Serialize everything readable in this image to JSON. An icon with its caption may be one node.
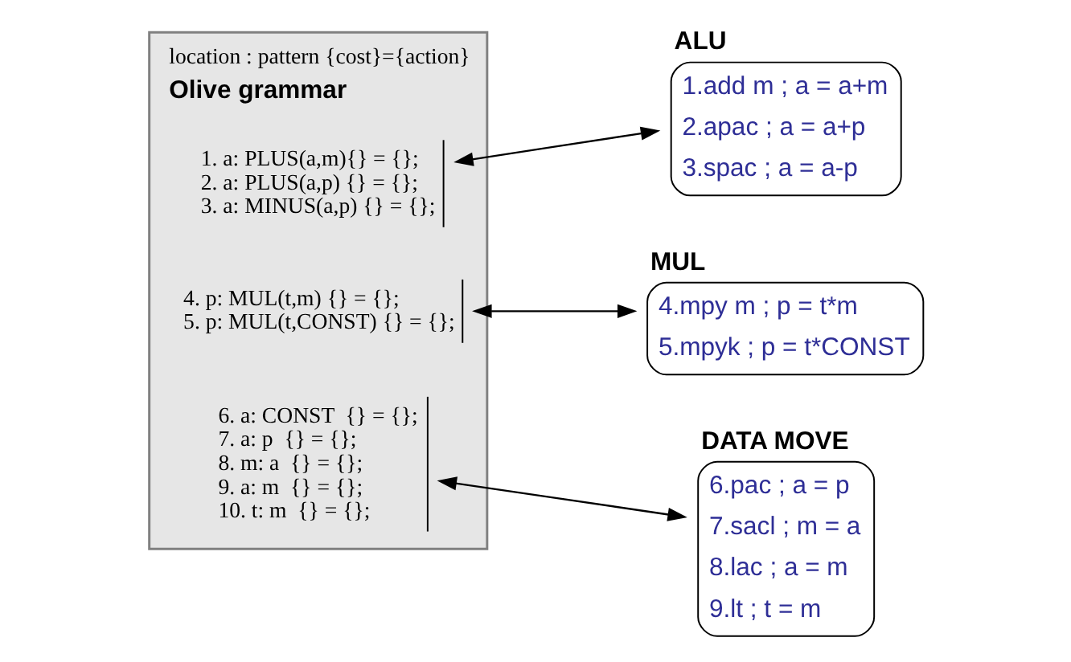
{
  "diagram": {
    "nodes": [
      {
        "text": [
          "location : pattern {cost}={action}",
          "Olive grammar"
        ]
      },
      {
        "text": [
          "1. a: PLUS(a,m){} = {};",
          "2. a: PLUS(a,p) {} = {};",
          "3. a: MINUS(a,p) {} = {};"
        ],
        "in": 0
      },
      {
        "text": [
          "4. p: MUL(t,m) {} = {};",
          "5. p: MUL(t,CONST) {} = {};"
        ],
        "in": 0
      },
      {
        "text": [
          "6. a: CONST  {} = {};",
          "7. a: p  {} = {};",
          "8. m: a  {} = {};",
          "9. a: m  {} = {};",
          "10. t: m  {} = {};"
        ],
        "in": 0
      },
      {
        "text": [
          "ALU",
          "1.add m ; a = a+m",
          "2.apac ; a = a+p",
          "3.spac ; a = a-p"
        ]
      },
      {
        "text": [
          "MUL",
          "4.mpy m ; p = t*m",
          "5.mpyk ; p = t*CONST"
        ]
      },
      {
        "text": [
          "DATA MOVE",
          "6.pac ; a = p",
          "7.sacl ; m = a",
          "8.lac ; a = m",
          "9.lt ; t = m"
        ]
      }
    ],
    "edges": [
      {
        "from": 1,
        "to": 4,
        "arrow": "both"
      },
      {
        "from": 2,
        "to": 5,
        "arrow": "both"
      },
      {
        "from": 3,
        "to": 6,
        "arrow": "both"
      }
    ]
  }
}
